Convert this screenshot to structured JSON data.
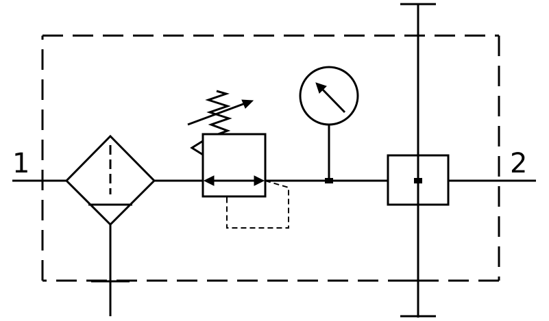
{
  "ports": {
    "inlet_label": "1",
    "outlet_label": "2"
  },
  "colors": {
    "stroke": "#000000",
    "background": "#ffffff"
  },
  "components": {
    "filter": "filter-with-drain-symbol",
    "regulator": "pressure-regulator-symbol",
    "gauge": "pressure-gauge-symbol",
    "lubricator": "lubricator-symbol",
    "enclosure": "dashed-unit-boundary"
  }
}
